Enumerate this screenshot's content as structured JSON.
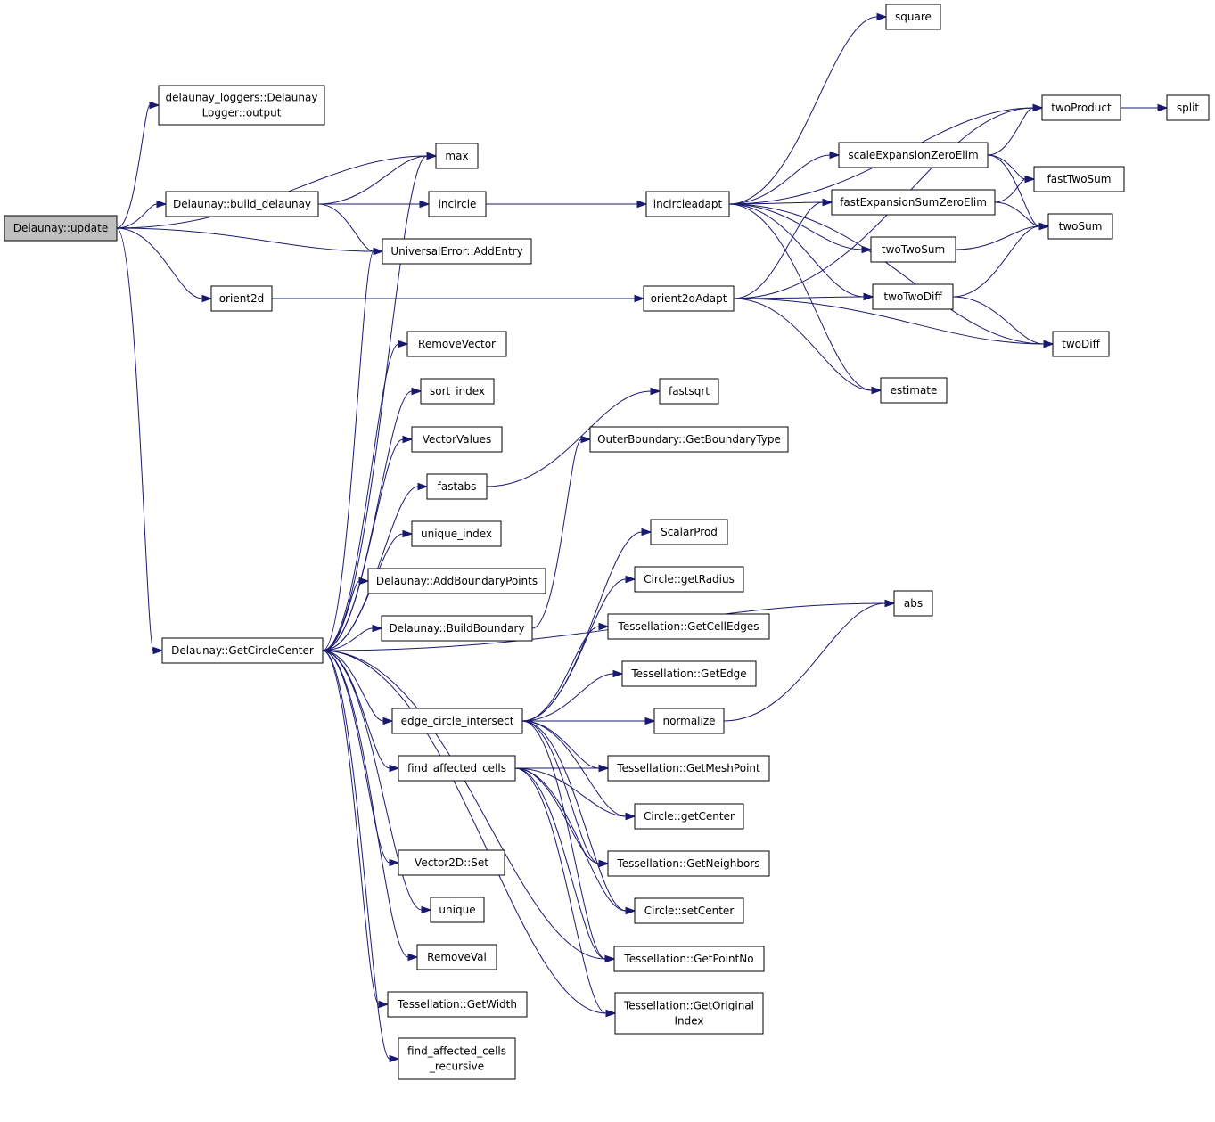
{
  "colors": {
    "edge": "#191970",
    "node_fill": "#ffffff",
    "root_fill": "#bfbfbf",
    "node_border": "#000000"
  },
  "nodes": [
    {
      "id": "update",
      "lines": [
        "Delaunay::update"
      ],
      "root": true
    },
    {
      "id": "logger",
      "lines": [
        "delaunay_loggers::Delaunay",
        "Logger::output"
      ]
    },
    {
      "id": "max",
      "lines": [
        "max"
      ]
    },
    {
      "id": "build",
      "lines": [
        "Delaunay::build_delaunay"
      ]
    },
    {
      "id": "incircle",
      "lines": [
        "incircle"
      ]
    },
    {
      "id": "addentry",
      "lines": [
        "UniversalError::AddEntry"
      ]
    },
    {
      "id": "orient2d",
      "lines": [
        "orient2d"
      ]
    },
    {
      "id": "removevector",
      "lines": [
        "RemoveVector"
      ]
    },
    {
      "id": "sortindex",
      "lines": [
        "sort_index"
      ]
    },
    {
      "id": "vectorvalues",
      "lines": [
        "VectorValues"
      ]
    },
    {
      "id": "fastabs",
      "lines": [
        "fastabs"
      ]
    },
    {
      "id": "uniqueindex",
      "lines": [
        "unique_index"
      ]
    },
    {
      "id": "addboundary",
      "lines": [
        "Delaunay::AddBoundaryPoints"
      ]
    },
    {
      "id": "buildboundary",
      "lines": [
        "Delaunay::BuildBoundary"
      ]
    },
    {
      "id": "getcirclecenter",
      "lines": [
        "Delaunay::GetCircleCenter"
      ]
    },
    {
      "id": "edgecircle",
      "lines": [
        "edge_circle_intersect"
      ]
    },
    {
      "id": "findaffected",
      "lines": [
        "find_affected_cells"
      ]
    },
    {
      "id": "vec2dset",
      "lines": [
        "Vector2D::Set"
      ]
    },
    {
      "id": "unique",
      "lines": [
        "unique"
      ]
    },
    {
      "id": "removeval",
      "lines": [
        "RemoveVal"
      ]
    },
    {
      "id": "getwidth",
      "lines": [
        "Tessellation::GetWidth"
      ]
    },
    {
      "id": "findrec",
      "lines": [
        "find_affected_cells",
        "_recursive"
      ]
    },
    {
      "id": "square",
      "lines": [
        "square"
      ]
    },
    {
      "id": "incircleadapt",
      "lines": [
        "incircleadapt"
      ]
    },
    {
      "id": "orient2dadapt",
      "lines": [
        "orient2dAdapt"
      ]
    },
    {
      "id": "twoproduct",
      "lines": [
        "twoProduct"
      ]
    },
    {
      "id": "split",
      "lines": [
        "split"
      ]
    },
    {
      "id": "scaleexp",
      "lines": [
        "scaleExpansionZeroElim"
      ]
    },
    {
      "id": "fasttwosum",
      "lines": [
        "fastTwoSum"
      ]
    },
    {
      "id": "fastexp",
      "lines": [
        "fastExpansionSumZeroElim"
      ]
    },
    {
      "id": "twosum",
      "lines": [
        "twoSum"
      ]
    },
    {
      "id": "twotwosum",
      "lines": [
        "twoTwoSum"
      ]
    },
    {
      "id": "twotwodiff",
      "lines": [
        "twoTwoDiff"
      ]
    },
    {
      "id": "twodiff",
      "lines": [
        "twoDiff"
      ]
    },
    {
      "id": "estimate",
      "lines": [
        "estimate"
      ]
    },
    {
      "id": "fastsqrt",
      "lines": [
        "fastsqrt"
      ]
    },
    {
      "id": "outerboundary",
      "lines": [
        "OuterBoundary::GetBoundaryType"
      ]
    },
    {
      "id": "scalarprod",
      "lines": [
        "ScalarProd"
      ]
    },
    {
      "id": "getradius",
      "lines": [
        "Circle::getRadius"
      ]
    },
    {
      "id": "getcelledges",
      "lines": [
        "Tessellation::GetCellEdges"
      ]
    },
    {
      "id": "getedge",
      "lines": [
        "Tessellation::GetEdge"
      ]
    },
    {
      "id": "normalize",
      "lines": [
        "normalize"
      ]
    },
    {
      "id": "getmeshpoint",
      "lines": [
        "Tessellation::GetMeshPoint"
      ]
    },
    {
      "id": "getcenter",
      "lines": [
        "Circle::getCenter"
      ]
    },
    {
      "id": "getneighbors",
      "lines": [
        "Tessellation::GetNeighbors"
      ]
    },
    {
      "id": "setcenter",
      "lines": [
        "Circle::setCenter"
      ]
    },
    {
      "id": "getpointno",
      "lines": [
        "Tessellation::GetPointNo"
      ]
    },
    {
      "id": "getoriginal",
      "lines": [
        "Tessellation::GetOriginal",
        "Index"
      ]
    },
    {
      "id": "abs",
      "lines": [
        "abs"
      ]
    }
  ],
  "edges": [
    [
      "update",
      "logger"
    ],
    [
      "update",
      "max"
    ],
    [
      "update",
      "build"
    ],
    [
      "update",
      "addentry"
    ],
    [
      "update",
      "orient2d"
    ],
    [
      "update",
      "getcirclecenter"
    ],
    [
      "build",
      "max"
    ],
    [
      "build",
      "incircle"
    ],
    [
      "build",
      "addentry"
    ],
    [
      "incircle",
      "incircleadapt"
    ],
    [
      "orient2d",
      "orient2dadapt"
    ],
    [
      "incircleadapt",
      "square"
    ],
    [
      "incircleadapt",
      "twoproduct"
    ],
    [
      "incircleadapt",
      "scaleexp"
    ],
    [
      "incircleadapt",
      "fastexp"
    ],
    [
      "incircleadapt",
      "twotwosum"
    ],
    [
      "incircleadapt",
      "twotwodiff"
    ],
    [
      "incircleadapt",
      "twodiff"
    ],
    [
      "incircleadapt",
      "estimate"
    ],
    [
      "orient2dadapt",
      "twoproduct"
    ],
    [
      "orient2dadapt",
      "fastexp"
    ],
    [
      "orient2dadapt",
      "twotwodiff"
    ],
    [
      "orient2dadapt",
      "twodiff"
    ],
    [
      "orient2dadapt",
      "estimate"
    ],
    [
      "twoproduct",
      "split"
    ],
    [
      "scaleexp",
      "twoproduct"
    ],
    [
      "scaleexp",
      "fasttwosum"
    ],
    [
      "scaleexp",
      "twosum"
    ],
    [
      "fastexp",
      "fasttwosum"
    ],
    [
      "fastexp",
      "twosum"
    ],
    [
      "twotwosum",
      "twosum"
    ],
    [
      "twotwodiff",
      "twosum"
    ],
    [
      "twotwodiff",
      "twodiff"
    ],
    [
      "getcirclecenter",
      "max"
    ],
    [
      "getcirclecenter",
      "addentry"
    ],
    [
      "getcirclecenter",
      "removevector"
    ],
    [
      "getcirclecenter",
      "sortindex"
    ],
    [
      "getcirclecenter",
      "vectorvalues"
    ],
    [
      "getcirclecenter",
      "fastabs"
    ],
    [
      "getcirclecenter",
      "uniqueindex"
    ],
    [
      "getcirclecenter",
      "addboundary"
    ],
    [
      "getcirclecenter",
      "buildboundary"
    ],
    [
      "getcirclecenter",
      "abs"
    ],
    [
      "getcirclecenter",
      "edgecircle"
    ],
    [
      "getcirclecenter",
      "findaffected"
    ],
    [
      "getcirclecenter",
      "vec2dset"
    ],
    [
      "getcirclecenter",
      "unique"
    ],
    [
      "getcirclecenter",
      "removeval"
    ],
    [
      "getcirclecenter",
      "getwidth"
    ],
    [
      "getcirclecenter",
      "findrec"
    ],
    [
      "getcirclecenter",
      "getoriginal"
    ],
    [
      "getcirclecenter",
      "getpointno"
    ],
    [
      "fastabs",
      "fastsqrt"
    ],
    [
      "buildboundary",
      "outerboundary"
    ],
    [
      "edgecircle",
      "scalarprod"
    ],
    [
      "edgecircle",
      "getradius"
    ],
    [
      "edgecircle",
      "getcelledges"
    ],
    [
      "edgecircle",
      "getedge"
    ],
    [
      "edgecircle",
      "normalize"
    ],
    [
      "edgecircle",
      "getmeshpoint"
    ],
    [
      "edgecircle",
      "getcenter"
    ],
    [
      "edgecircle",
      "getneighbors"
    ],
    [
      "edgecircle",
      "setcenter"
    ],
    [
      "edgecircle",
      "getpointno"
    ],
    [
      "normalize",
      "abs"
    ],
    [
      "findaffected",
      "getmeshpoint"
    ],
    [
      "findaffected",
      "getcenter"
    ],
    [
      "findaffected",
      "getneighbors"
    ],
    [
      "findaffected",
      "setcenter"
    ],
    [
      "findaffected",
      "getpointno"
    ],
    [
      "findaffected",
      "getoriginal"
    ]
  ]
}
